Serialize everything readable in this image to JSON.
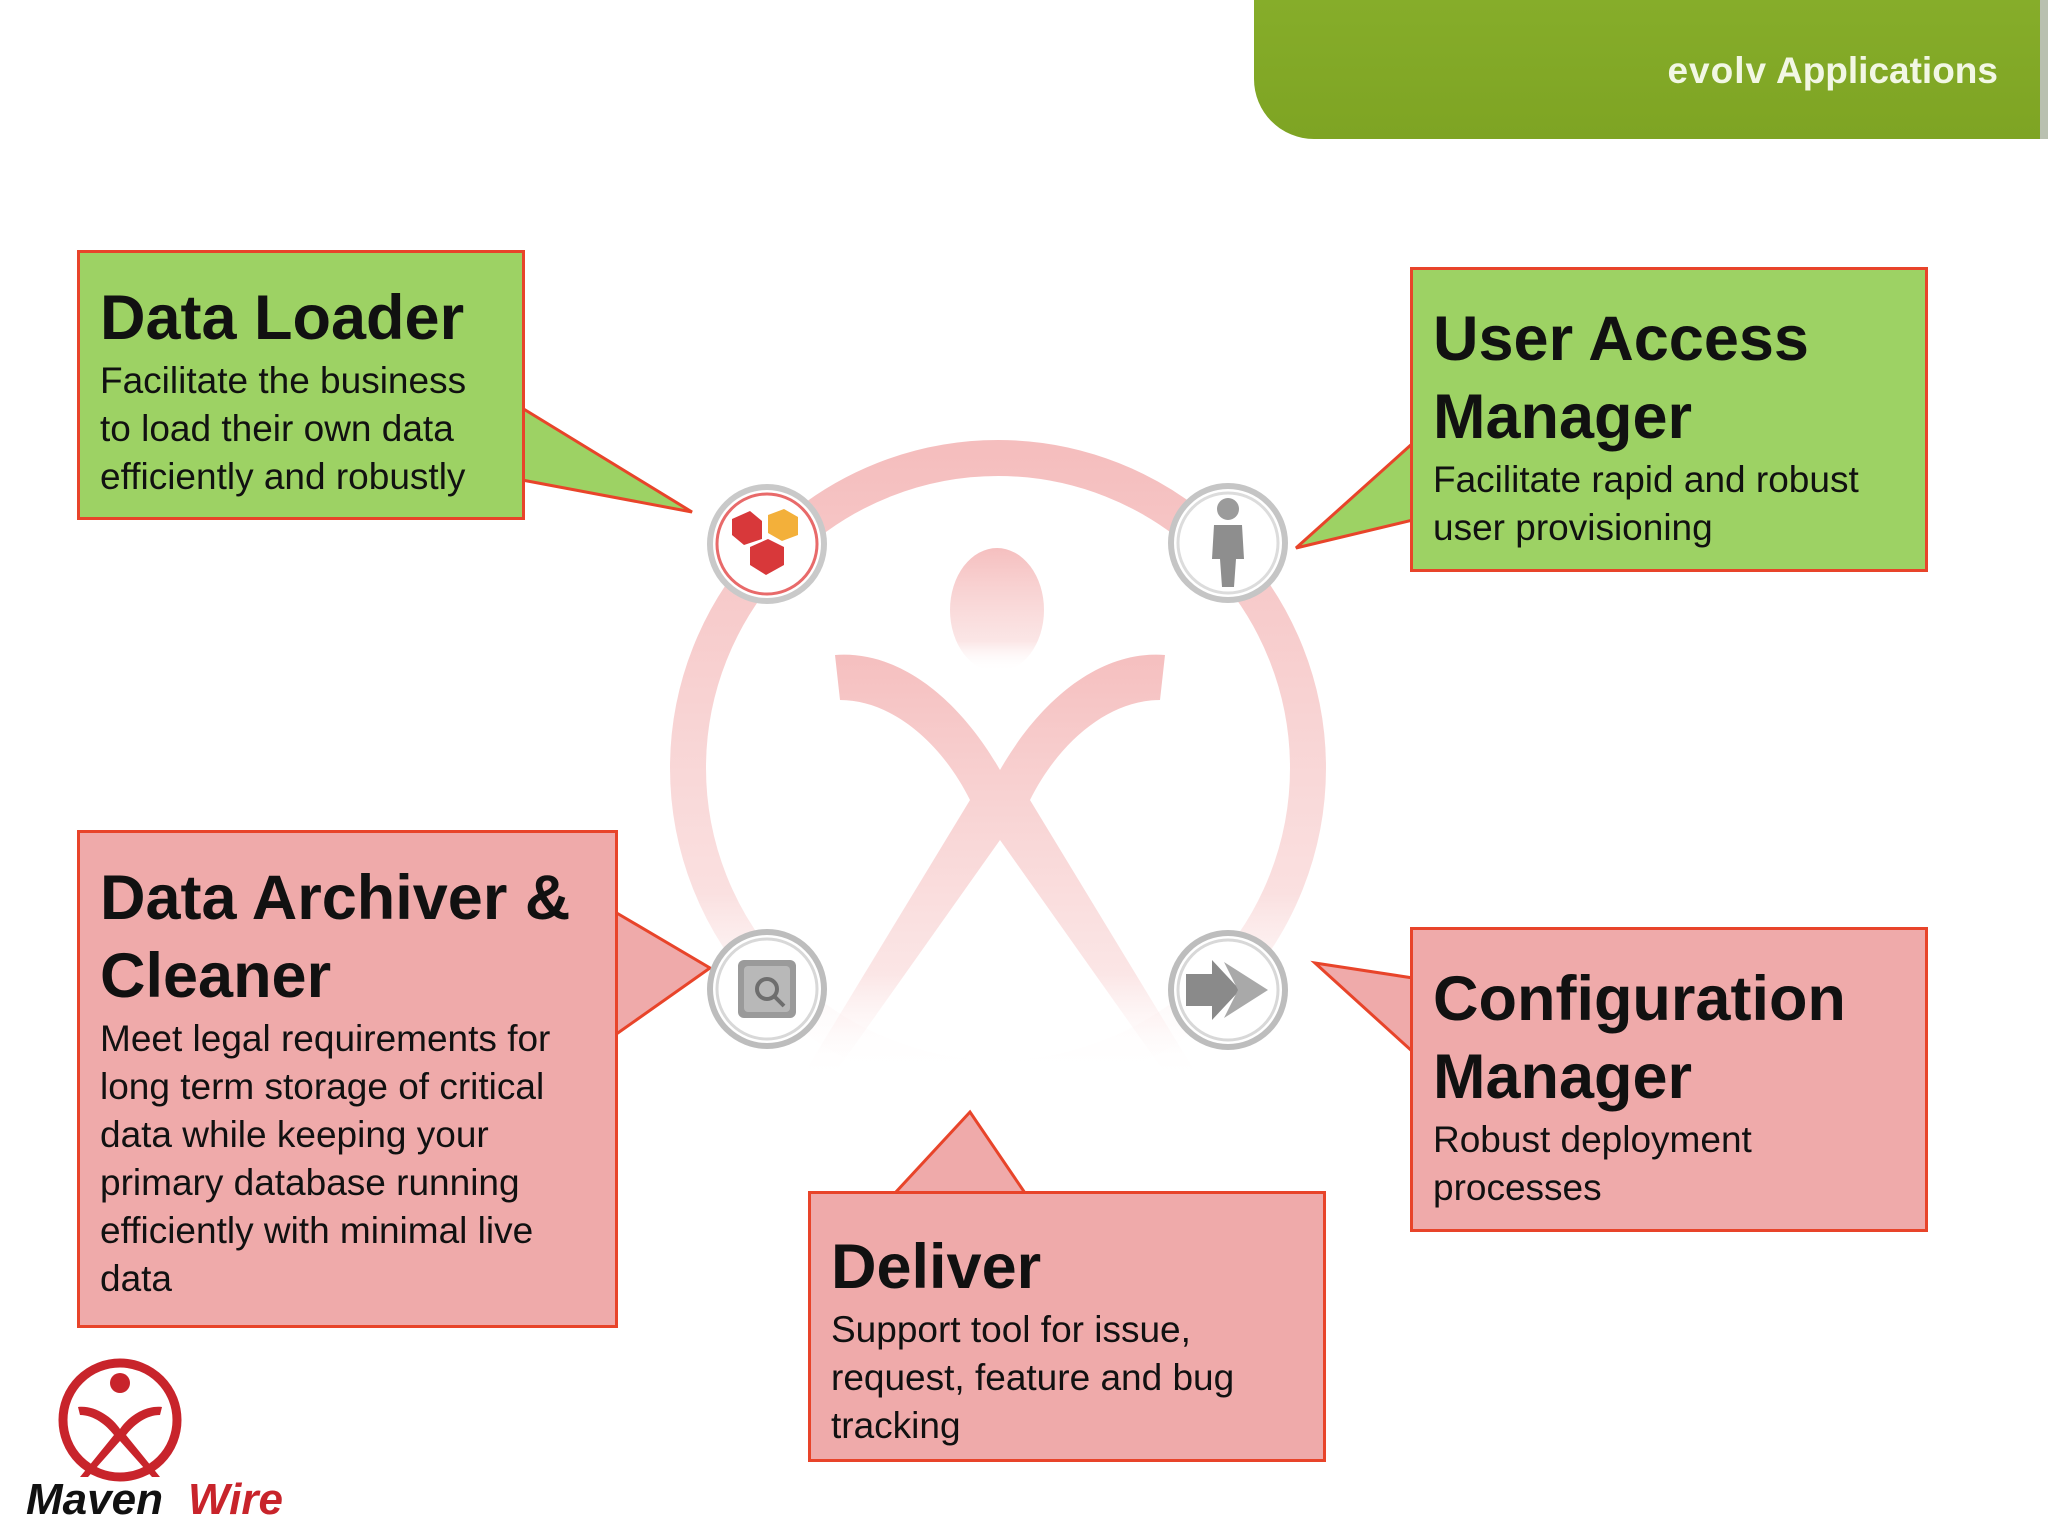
{
  "header": {
    "brand_bold": "evolv",
    "brand_rest": " Applications"
  },
  "colors": {
    "banner_green": "#7ea423",
    "green_box": "#9dd264",
    "pink_box": "#efaaaa",
    "border_red": "#e8442a"
  },
  "boxes": {
    "data_loader": {
      "title": "Data Loader",
      "text": "Facilitate the business to load their own data efficiently and robustly"
    },
    "user_access": {
      "title": "User Access Manager",
      "text": "Facilitate rapid and robust user provisioning"
    },
    "archiver": {
      "title": "Data Archiver & Cleaner",
      "text": "Meet legal requirements for long term storage of critical data while keeping your primary database running efficiently with minimal live data"
    },
    "config": {
      "title": "Configuration Manager",
      "text": "Robust deployment processes"
    },
    "deliver": {
      "title": "Deliver",
      "text": "Support tool for issue, request, feature and bug tracking"
    }
  },
  "icons": {
    "data_loader": "cubes-icon",
    "user_access": "person-icon",
    "archiver": "safe-icon",
    "config": "forward-arrows-icon"
  },
  "logo": {
    "part1": "Maven",
    "part2": "Wire"
  }
}
